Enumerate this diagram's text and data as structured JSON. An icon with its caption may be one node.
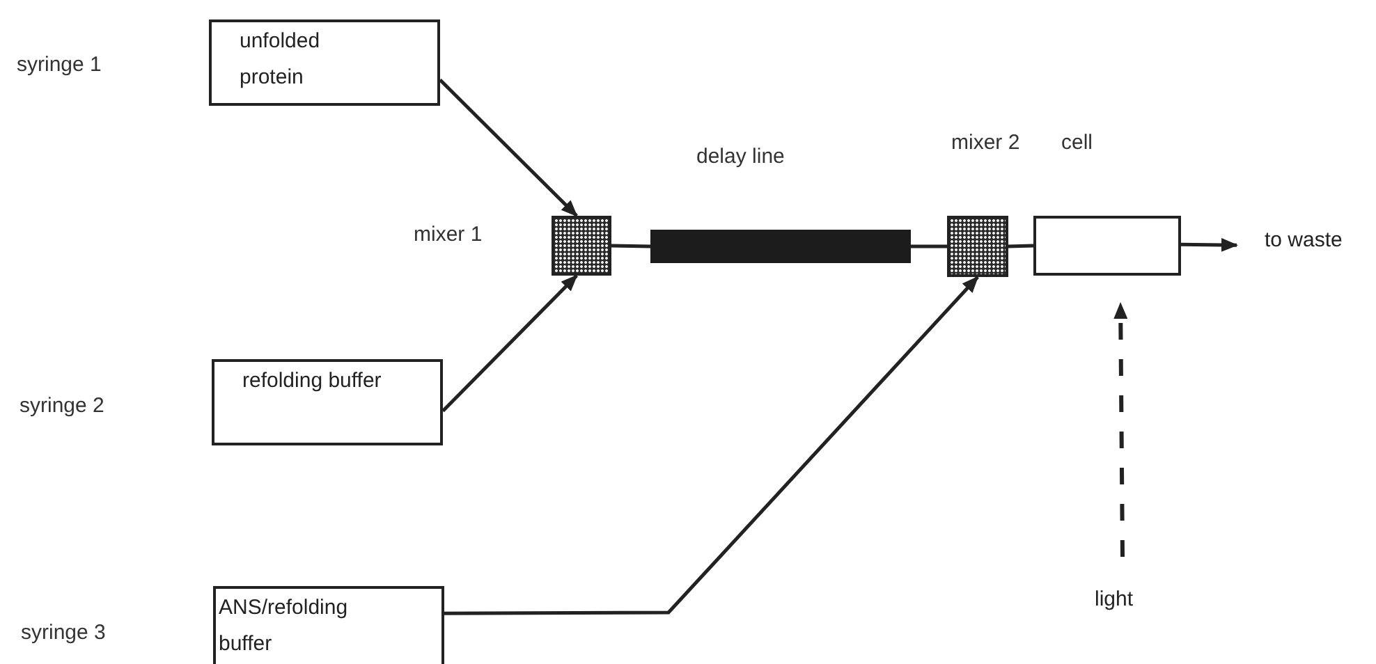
{
  "diagram": {
    "nodes": [
      {
        "text": [
          "unfolded protein"
        ]
      },
      {
        "text": [
          "refolding buffer"
        ]
      },
      {
        "text": [
          "ANS/refolding buffer"
        ]
      },
      {
        "text": [],
        "shape": "box",
        "beside": [
          "mixer 1"
        ]
      },
      {
        "text": [],
        "shape": "bar",
        "beside": [
          "delay line"
        ]
      },
      {
        "text": [],
        "shape": "box",
        "beside": [
          "mixer 2"
        ]
      },
      {
        "text": [],
        "shape": "box",
        "beside": [
          "cell"
        ]
      },
      {
        "text": [
          "to waste"
        ]
      },
      {
        "text": [
          "light"
        ]
      }
    ],
    "edges": [
      {
        "from": 0,
        "to": 3,
        "arrow": "to"
      },
      {
        "from": 1,
        "to": 3,
        "arrow": "to"
      },
      {
        "from": 2,
        "to": 5,
        "arrow": "to"
      },
      {
        "from": 3,
        "to": 4,
        "arrow": "none"
      },
      {
        "from": 4,
        "to": 5,
        "arrow": "none"
      },
      {
        "from": 5,
        "to": 6,
        "arrow": "none"
      },
      {
        "from": 6,
        "to": 7,
        "arrow": "to"
      },
      {
        "from": 8,
        "to": 6,
        "arrow": "to",
        "style": "dashed"
      }
    ],
    "labels": [
      "syringe 1",
      "syringe 2",
      "syringe 3"
    ]
  }
}
